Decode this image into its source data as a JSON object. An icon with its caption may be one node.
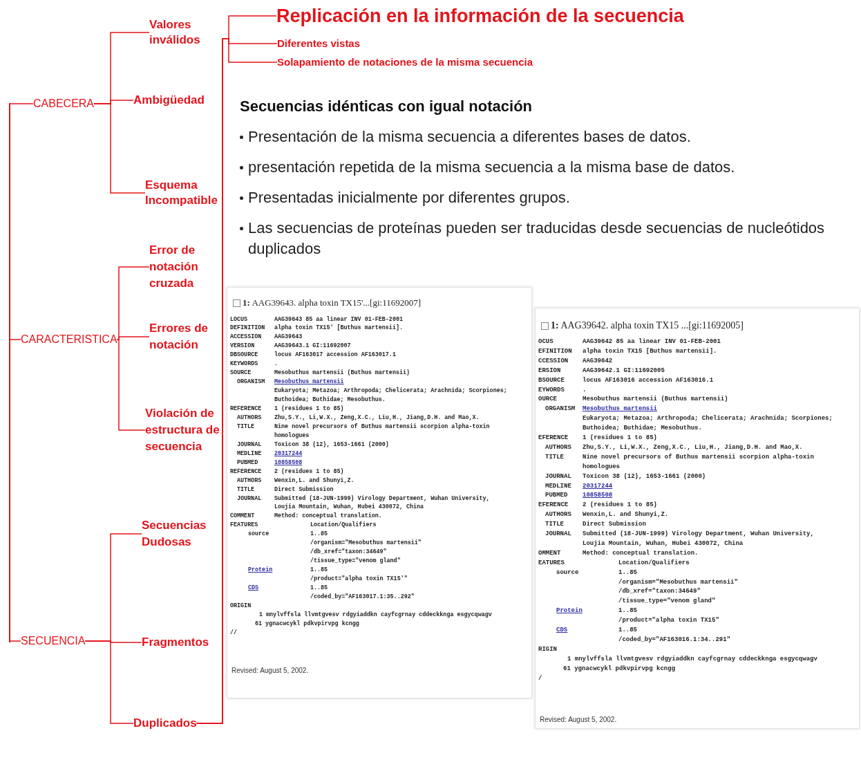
{
  "diagram": {
    "nodes": [
      {
        "text": [
          "CABECERA"
        ]
      },
      {
        "text": [
          "Valores inválidos"
        ]
      },
      {
        "text": [
          "Ambigüedad"
        ]
      },
      {
        "text": [
          "Esquema Incompatible"
        ]
      },
      {
        "text": [
          "CARACTERISTICA"
        ]
      },
      {
        "text": [
          "Error de notación cruzada"
        ]
      },
      {
        "text": [
          "Errores de notación"
        ]
      },
      {
        "text": [
          "Violación de estructura de secuencia"
        ]
      },
      {
        "text": [
          "SECUENCIA"
        ]
      },
      {
        "text": [
          "Secuencias Dudosas"
        ]
      },
      {
        "text": [
          "Fragmentos"
        ]
      },
      {
        "text": [
          "Duplicados"
        ]
      },
      {
        "text": [
          "Replicación en la información de la secuencia"
        ]
      },
      {
        "text": [
          "Diferentes vistas"
        ]
      },
      {
        "text": [
          "Solapamiento de notaciones de la misma secuencia"
        ]
      },
      {
        "text": [
          "**1:** AAG39643. alpha toxin TX15'...[gi:11692007]",
          "LOCUS",
          "AAG39643 85 aa linear INV 01-FEB-2001",
          "DEFINITION",
          "alpha toxin TX15' [Buthus martensii].",
          "ACCESSION",
          "AAG39643",
          "VERSION",
          "AAG39643.1 GI:11692007",
          "DBSOURCE",
          "locus AF163017 accession AF163017.1",
          "KEYWORDS",
          ".",
          "SOURCE",
          "Mesobuthus martensii (Buthus martensii)",
          "ORGANISM",
          "Mesobuthus martensii",
          "Eukaryota; Metazoa; Arthropoda; Chelicerata; Arachnida; Scorpiones; Buthoidea; Buthidae; Mesobuthus.",
          "REFERENCE",
          "1 (residues 1 to 85)",
          "AUTHORS",
          "Zhu,S.Y., Li,W.X., Zeng,X.C., Liu,H., Jiang,D.H. and Mao,X.",
          "TITLE",
          "Nine novel precursors of Buthus martensii scorpion alpha-toxin homologues",
          "JOURNAL",
          "Toxicon 38 (12), 1653-1661 (2000)",
          "MEDLINE",
          "20317244",
          "PUBMED",
          "10858508",
          "REFERENCE",
          "2 (residues 1 to 85)",
          "AUTHORS",
          "Wenxin,L. and Shunyi,Z.",
          "TITLE",
          "Direct Submission",
          "JOURNAL",
          "Submitted (18-JUN-1999) Virology Department, Wuhan University, Loujia Mountain, Wuhan, Hubei 430072, China",
          "COMMENT",
          "Method: conceptual translation.",
          "FEATURES",
          "Location/Qualifiers",
          "source",
          "1..85",
          "/organism=\"Mesobuthus martensii\"",
          "/db_xref=\"taxon:34649\"",
          "/tissue_type=\"venom gland\"",
          "Protein",
          "1..85",
          "/product=\"alpha toxin TX15'\"",
          "CDS",
          "1..85",
          "/coded_by=\"AF163017.1:35..292\"",
          "ORIGIN",
          "1 mnylvffsla llvmtgvesv rdgyiaddkn cayfcgrnay cddeckknga esgycqwagv",
          "61 ygnacwcykl pdkvpirvpg kcngg",
          "//",
          "Revised: August 5, 2002."
        ]
      },
      {
        "text": [
          "**1:** AAG39642. alpha toxin TX15 ...[gi:11692005]",
          "OCUS",
          "AAG39642 85 aa linear INV 01-FEB-2001",
          "EFINITION",
          "alpha toxin TX15 [Buthus martensii].",
          "CCESSION",
          "AAG39642",
          "ERSION",
          "AAG39642.1 GI:11692005",
          "BSOURCE",
          "locus AF163016 accession AF163016.1",
          "EYWORDS",
          ".",
          "OURCE",
          "Mesobuthus martensii (Buthus martensii)",
          "ORGANISM",
          "Mesobuthus martensii",
          "Eukaryota; Metazoa; Arthropoda; Chelicerata; Arachnida; Scorpiones; Buthoidea; Buthidae; Mesobuthus.",
          "EFERENCE",
          "1 (residues 1 to 85)",
          "AUTHORS",
          "Zhu,S.Y., Li,W.X., Zeng,X.C., Liu,H., Jiang,D.H. and Mao,X.",
          "TITLE",
          "Nine novel precursors of Buthus martensii scorpion alpha-toxin homologues",
          "JOURNAL",
          "Toxicon 38 (12), 1653-1661 (2000)",
          "MEDLINE",
          "20317244",
          "PUBMED",
          "10858508",
          "EFERENCE",
          "2 (residues 1 to 85)",
          "AUTHORS",
          "Wenxin,L. and Shunyi,Z.",
          "TITLE",
          "Direct Submission",
          "JOURNAL",
          "Submitted (18-JUN-1999) Virology Department, Wuhan University, Loujia Mountain, Wuhan, Hubei 430072, China",
          "OMMENT",
          "Method: conceptual translation.",
          "EATURES",
          "Location/Qualifiers",
          "source",
          "1..85",
          "/organism=\"Mesobuthus martensii\"",
          "/db_xref=\"taxon:34649\"",
          "/tissue_type=\"venom gland\"",
          "Protein",
          "1..85",
          "/product=\"alpha toxin TX15\"",
          "CDS",
          "1..85",
          "/coded_by=\"AF163016.1:34..291\"",
          "RIGIN",
          "1 mnylvffsla llvmtgvesv rdgyiaddkn cayfcgrnay cddeckknga esgycqwagv",
          "61 ygnacwcykl pdkvpirvpg kcngg",
          "/",
          "Revised: August 5, 2002."
        ]
      },
      {
        "text": [],
        "shape": "bar"
      }
    ],
    "edges": [
      {
        "from": 0,
        "to": 1,
        "arrow": "none"
      },
      {
        "from": 0,
        "to": 2,
        "arrow": "none"
      },
      {
        "from": 0,
        "to": 3,
        "arrow": "none"
      },
      {
        "from": 4,
        "to": 5,
        "arrow": "none"
      },
      {
        "from": 4,
        "to": 6,
        "arrow": "none"
      },
      {
        "from": 4,
        "to": 7,
        "arrow": "none"
      },
      {
        "from": 8,
        "to": 9,
        "arrow": "none"
      },
      {
        "from": 8,
        "to": 10,
        "arrow": "none"
      },
      {
        "from": 8,
        "to": 11,
        "arrow": "none"
      },
      {
        "from": 11,
        "to": 12,
        "arrow": "none"
      },
      {
        "from": 11,
        "to": 13,
        "arrow": "none"
      },
      {
        "from": 11,
        "to": 14,
        "arrow": "none"
      },
      {
        "from": 17,
        "to": 0,
        "arrow": "none"
      },
      {
        "from": 17,
        "to": 4,
        "arrow": "none"
      },
      {
        "from": 17,
        "to": 8,
        "arrow": "none"
      }
    ],
    "labels": [
      "Secuencias idénticas con igual notación",
      "Presentación de la misma secuencia a diferentes bases de datos.",
      "presentación repetida de la misma secuencia a la misma base de datos.",
      "Presentadas inicialmente por diferentes grupos.",
      "Las secuencias de proteínas pueden ser traducidas desde secuencias de nucleótidos duplicados"
    ]
  }
}
